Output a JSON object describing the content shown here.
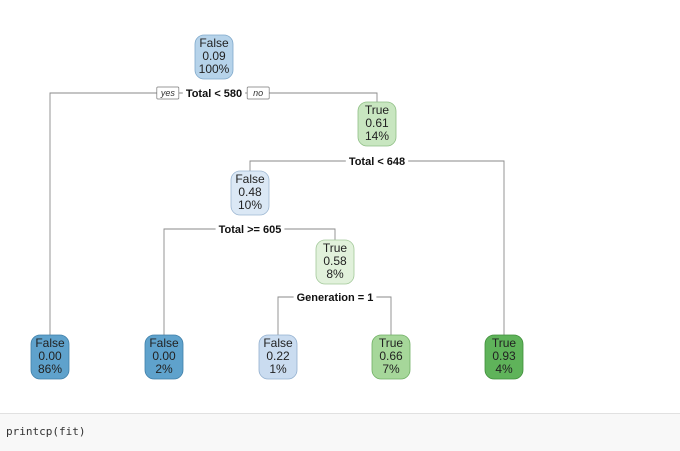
{
  "nodes": [
    {
      "id": "root",
      "label": "False",
      "value": "0.09",
      "pct": "100%",
      "fill": "#b6d3ea",
      "stroke": "#7fa9cb"
    },
    {
      "id": "n_right1",
      "label": "True",
      "value": "0.61",
      "pct": "14%",
      "fill": "#c8e6c0",
      "stroke": "#8fbf85"
    },
    {
      "id": "n_left2",
      "label": "False",
      "value": "0.48",
      "pct": "10%",
      "fill": "#dbe8f5",
      "stroke": "#9db7d2"
    },
    {
      "id": "n_right3",
      "label": "True",
      "value": "0.58",
      "pct": "8%",
      "fill": "#e1f1db",
      "stroke": "#a3c99a"
    },
    {
      "id": "leaf1",
      "label": "False",
      "value": "0.00",
      "pct": "86%",
      "fill": "#5fa2cc",
      "stroke": "#3f7fa8"
    },
    {
      "id": "leaf2",
      "label": "False",
      "value": "0.00",
      "pct": "2%",
      "fill": "#5fa2cc",
      "stroke": "#3f7fa8"
    },
    {
      "id": "leaf3",
      "label": "False",
      "value": "0.22",
      "pct": "1%",
      "fill": "#cadcf0",
      "stroke": "#93b0cf"
    },
    {
      "id": "leaf4",
      "label": "True",
      "value": "0.66",
      "pct": "7%",
      "fill": "#a6d79a",
      "stroke": "#6faf63"
    },
    {
      "id": "leaf5",
      "label": "True",
      "value": "0.93",
      "pct": "4%",
      "fill": "#5fb35a",
      "stroke": "#3f8e3a"
    }
  ],
  "splits": [
    {
      "id": "s_root",
      "text": "Total < 580"
    },
    {
      "id": "s_right1",
      "text": "Total < 648"
    },
    {
      "id": "s_left2",
      "text": "Total >= 605"
    },
    {
      "id": "s_right3",
      "text": "Generation = 1"
    }
  ],
  "branch_labels": {
    "yes": "yes",
    "no": "no"
  },
  "code": {
    "text": "printcp(fit)"
  }
}
